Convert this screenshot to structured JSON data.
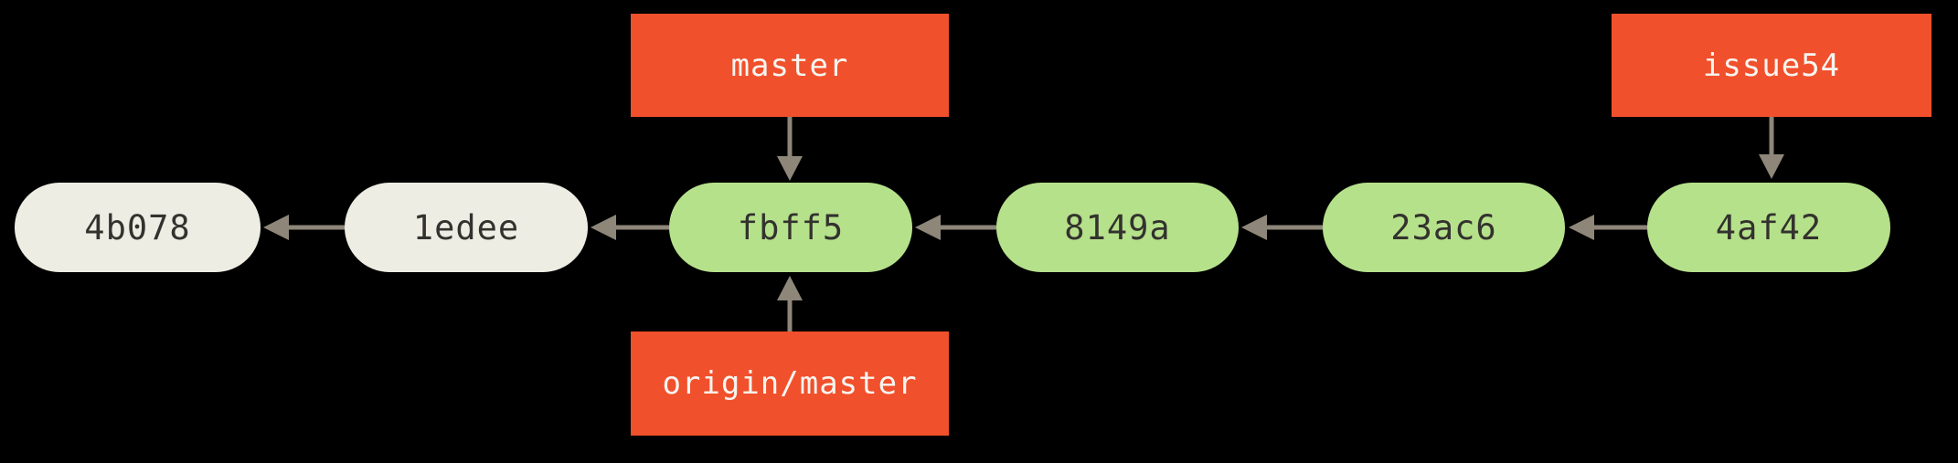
{
  "diagram": {
    "type": "git-commit-graph",
    "commits": [
      {
        "id": "4b078",
        "style": "plain"
      },
      {
        "id": "1edee",
        "style": "plain"
      },
      {
        "id": "fbff5",
        "style": "highlight"
      },
      {
        "id": "8149a",
        "style": "highlight"
      },
      {
        "id": "23ac6",
        "style": "highlight"
      },
      {
        "id": "4af42",
        "style": "highlight"
      }
    ],
    "parent_edges": [
      {
        "from": "1edee",
        "to": "4b078"
      },
      {
        "from": "fbff5",
        "to": "1edee"
      },
      {
        "from": "8149a",
        "to": "fbff5"
      },
      {
        "from": "23ac6",
        "to": "8149a"
      },
      {
        "from": "4af42",
        "to": "23ac6"
      }
    ],
    "branch_labels": [
      {
        "text": "master",
        "points_to": "fbff5",
        "position": "above"
      },
      {
        "text": "origin/master",
        "points_to": "fbff5",
        "position": "below"
      },
      {
        "text": "issue54",
        "points_to": "4af42",
        "position": "above"
      }
    ],
    "colors": {
      "background": "#000000",
      "commit_plain_fill": "#eeede3",
      "commit_highlight_fill": "#b6e18b",
      "commit_text": "#33322e",
      "branch_label_fill": "#f1502c",
      "branch_label_text": "#f7f5f0",
      "arrow": "#8d8679"
    }
  }
}
